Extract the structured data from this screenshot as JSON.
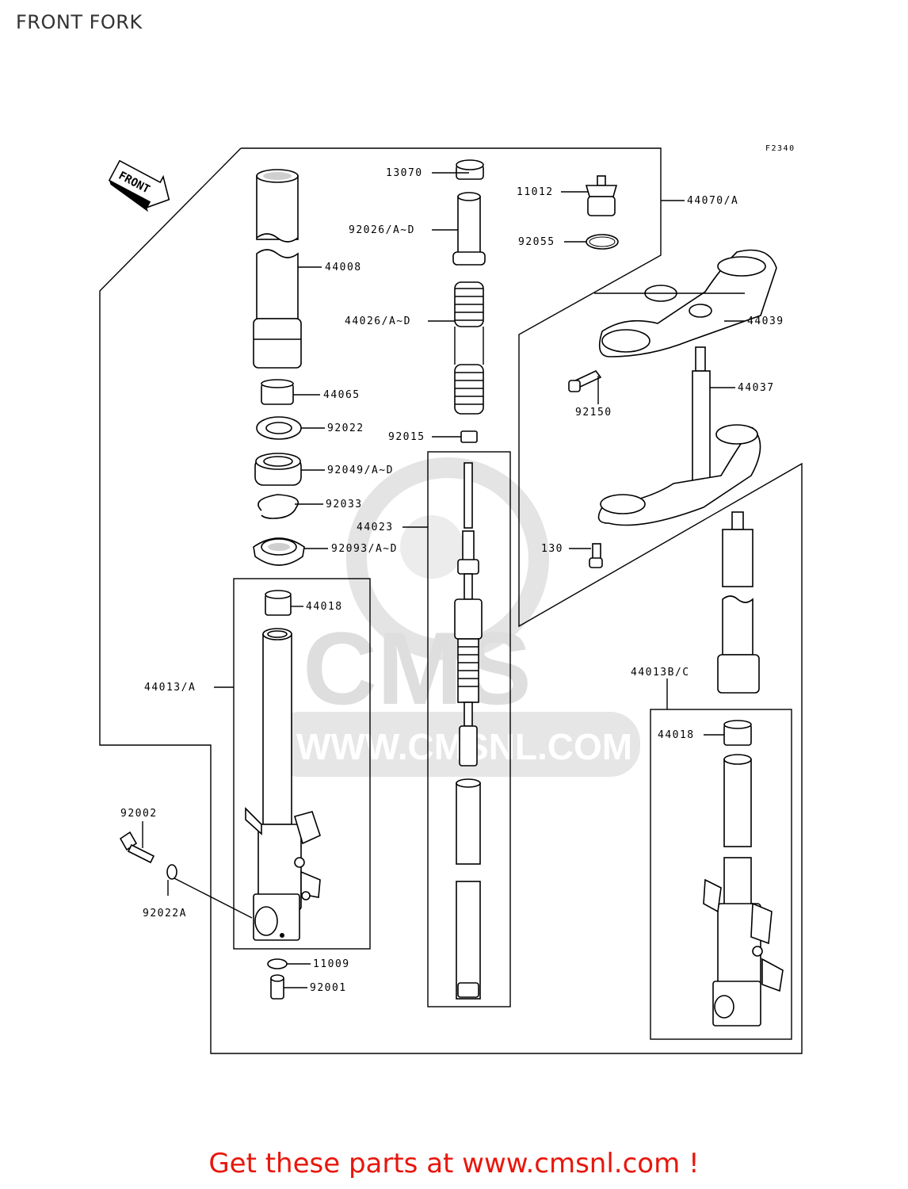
{
  "page": {
    "title": "FRONT FORK",
    "promo": "Get these parts at www.cmsnl.com !"
  },
  "diagram": {
    "figure_code": "F2340",
    "front_arrow_label": "FRONT",
    "watermark": {
      "brand": "CMS",
      "url": "WWW.CMSNL.COM"
    },
    "labels": {
      "p13070": "13070",
      "p92026": "92026/A~D",
      "p44008": "44008",
      "p44026": "44026/A~D",
      "p44065": "44065",
      "p92022": "92022",
      "p92015": "92015",
      "p92049": "92049/A~D",
      "p92033": "92033",
      "p44023": "44023",
      "p92093": "92093/A~D",
      "p44018a": "44018",
      "p44013a": "44013/A",
      "p92002": "92002",
      "p92022a": "92022A",
      "p11009": "11009",
      "p92001": "92001",
      "p11012": "11012",
      "p92055": "92055",
      "p44070": "44070/A",
      "p44039": "44039",
      "p44037": "44037",
      "p92150": "92150",
      "p130": "130",
      "p44013bc": "44013B/C",
      "p44018b": "44018"
    }
  }
}
